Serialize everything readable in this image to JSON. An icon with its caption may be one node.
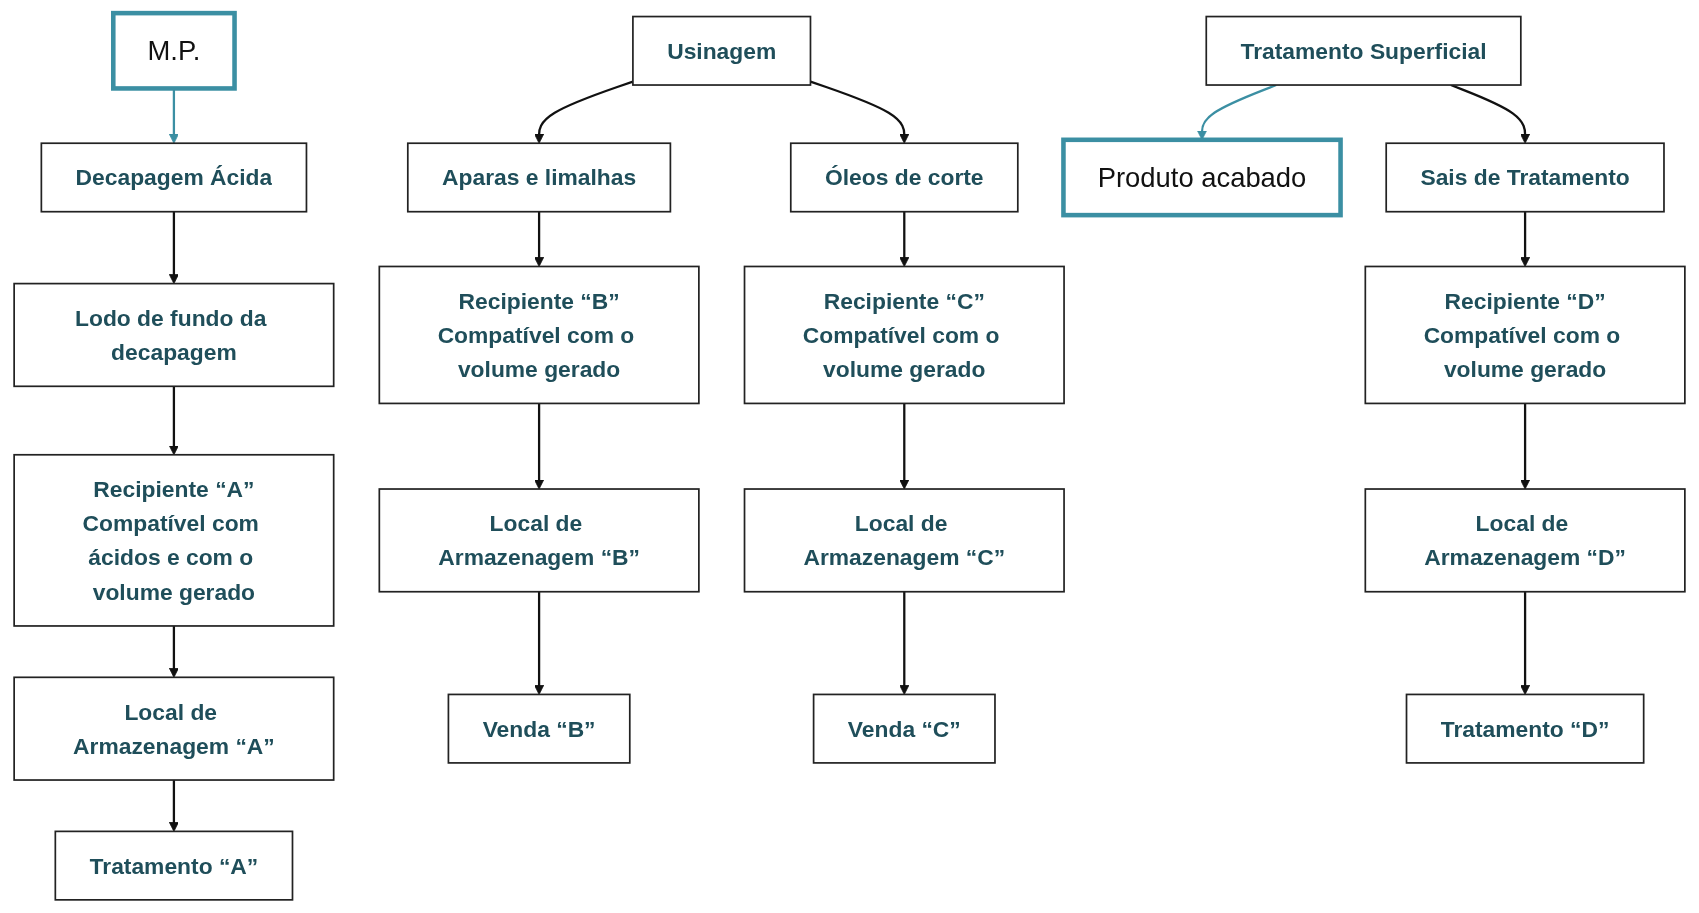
{
  "diagram": {
    "nodes": [
      {
        "text": [
          "M.P."
        ]
      },
      {
        "text": [
          "Decapagem Ácida"
        ]
      },
      {
        "text": [
          "Usinagem"
        ]
      },
      {
        "text": [
          "Tratamento Superficial"
        ]
      },
      {
        "text": [
          "Produto acabado"
        ]
      },
      {
        "text": [
          "Lodo de fundo da decapagem"
        ]
      },
      {
        "text": [
          "Aparas e limalhas"
        ]
      },
      {
        "text": [
          "Óleos de corte"
        ]
      },
      {
        "text": [
          "Sais de Tratamento"
        ]
      },
      {
        "text": [
          "Recipiente “A”",
          "Compatível com ácidos e com o volume gerado"
        ]
      },
      {
        "text": [
          "Recipiente “B”",
          "Compatível com o volume gerado"
        ]
      },
      {
        "text": [
          "Recipiente “C”",
          "Compatível com o volume gerado"
        ]
      },
      {
        "text": [
          "Recipiente “D”",
          "Compatível com o volume gerado"
        ]
      },
      {
        "text": [
          "Local de Armazenagem “A”"
        ]
      },
      {
        "text": [
          "Local de Armazenagem “B”"
        ]
      },
      {
        "text": [
          "Local de Armazenagem “C”"
        ]
      },
      {
        "text": [
          "Local de Armazenagem “D”"
        ]
      },
      {
        "text": [
          "Tratamento “A”"
        ]
      },
      {
        "text": [
          "Venda “B”"
        ]
      },
      {
        "text": [
          "Venda “C”"
        ]
      },
      {
        "text": [
          "Tratamento “D”"
        ]
      }
    ],
    "edges": [
      {
        "from": 0,
        "to": 1,
        "arrow": "to",
        "color": "#3b8fa3"
      },
      {
        "from": 3,
        "to": 4,
        "arrow": "to",
        "color": "#3b8fa3"
      },
      {
        "from": 1,
        "to": 5,
        "arrow": "to"
      },
      {
        "from": 2,
        "to": 6,
        "arrow": "to"
      },
      {
        "from": 2,
        "to": 7,
        "arrow": "to"
      },
      {
        "from": 3,
        "to": 8,
        "arrow": "to"
      },
      {
        "from": 5,
        "to": 9,
        "arrow": "to"
      },
      {
        "from": 6,
        "to": 10,
        "arrow": "to"
      },
      {
        "from": 7,
        "to": 11,
        "arrow": "to"
      },
      {
        "from": 8,
        "to": 12,
        "arrow": "to"
      },
      {
        "from": 9,
        "to": 13,
        "arrow": "to"
      },
      {
        "from": 10,
        "to": 14,
        "arrow": "to"
      },
      {
        "from": 11,
        "to": 15,
        "arrow": "to"
      },
      {
        "from": 12,
        "to": 16,
        "arrow": "to"
      },
      {
        "from": 13,
        "to": 17,
        "arrow": "to"
      },
      {
        "from": 14,
        "to": 18,
        "arrow": "to"
      },
      {
        "from": 15,
        "to": 19,
        "arrow": "to"
      },
      {
        "from": 16,
        "to": 20,
        "arrow": "to"
      }
    ]
  }
}
